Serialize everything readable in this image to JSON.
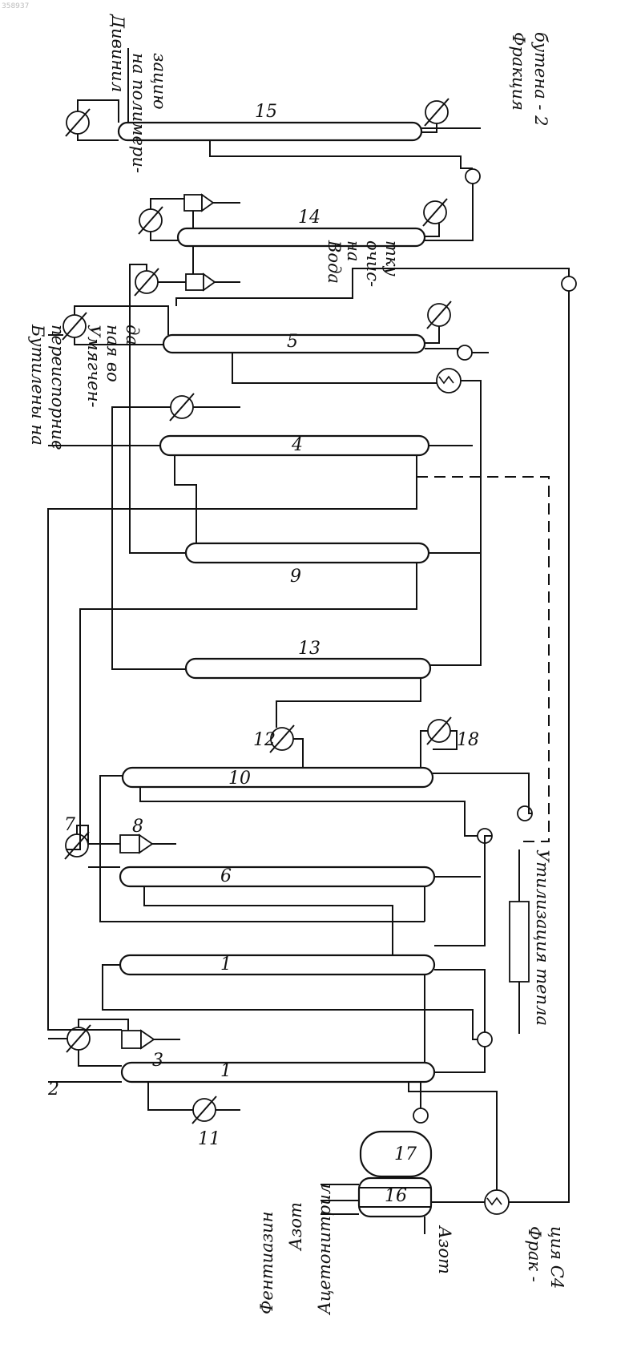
{
  "corner_id": "358937",
  "numbers": {
    "n1a": "1",
    "n1b": "1",
    "n2": "2",
    "n3": "3",
    "n4": "4",
    "n5": "5",
    "n6": "6",
    "n7": "7",
    "n8": "8",
    "n9": "9",
    "n10": "10",
    "n11": "11",
    "n12": "12",
    "n13": "13",
    "n14": "14",
    "n15": "15",
    "n16": "16",
    "n17": "17",
    "n18": "18"
  },
  "labels": {
    "divinyl_l1": "Дивинил",
    "divinyl_l2": "на полимери-",
    "divinyl_l3": "зацию",
    "butene2_l1": "Фракция",
    "butene2_l2": "бутена - 2",
    "water_l1": "Вода",
    "water_l2": "на",
    "water_l3": "очис-",
    "water_l4": "тку",
    "butylenes_l1": "Бутилены на",
    "butylenes_l2": "переиспорние",
    "softened_l1": "Умягчен-",
    "softened_l2": "ная во",
    "softened_l3": "да",
    "heat_recovery": "Утилизация тепла",
    "c4_l1": "Фрак -",
    "c4_l2": "ция С4",
    "acetonitrile": "Ацетонитрил",
    "nitrogen_in": "Азот",
    "phentiazine": "Фентиазин",
    "nitrogen_bottom": "Азот"
  }
}
